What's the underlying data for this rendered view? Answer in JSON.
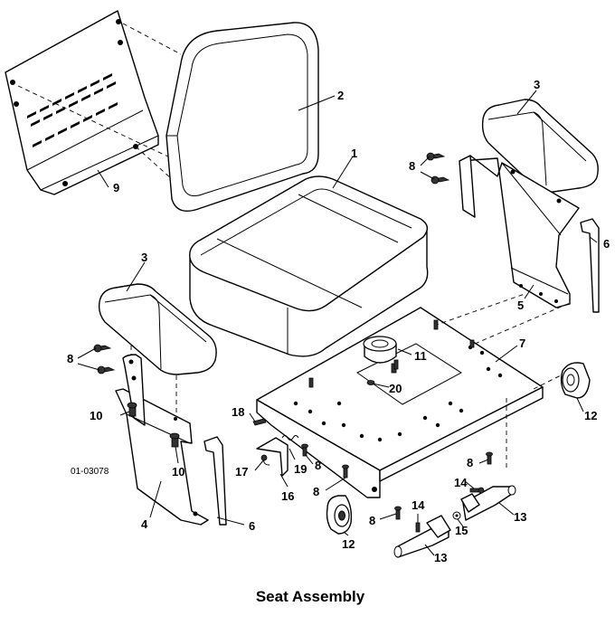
{
  "caption": "Seat Assembly",
  "drawing_code": "01-03078",
  "callouts": [
    {
      "id": "c1",
      "text": "1"
    },
    {
      "id": "c2",
      "text": "2"
    },
    {
      "id": "c3a",
      "text": "3"
    },
    {
      "id": "c3b",
      "text": "3"
    },
    {
      "id": "c4",
      "text": "4"
    },
    {
      "id": "c5",
      "text": "5"
    },
    {
      "id": "c6a",
      "text": "6"
    },
    {
      "id": "c6b",
      "text": "6"
    },
    {
      "id": "c7",
      "text": "7"
    },
    {
      "id": "c8a",
      "text": "8"
    },
    {
      "id": "c8b",
      "text": "8"
    },
    {
      "id": "c8c",
      "text": "8"
    },
    {
      "id": "c8d",
      "text": "8"
    },
    {
      "id": "c8e",
      "text": "8"
    },
    {
      "id": "c8f",
      "text": "8"
    },
    {
      "id": "c8g",
      "text": "8"
    },
    {
      "id": "c9",
      "text": "9"
    },
    {
      "id": "c10a",
      "text": "10"
    },
    {
      "id": "c10b",
      "text": "10"
    },
    {
      "id": "c11",
      "text": "11"
    },
    {
      "id": "c12a",
      "text": "12"
    },
    {
      "id": "c12b",
      "text": "12"
    },
    {
      "id": "c13a",
      "text": "13"
    },
    {
      "id": "c13b",
      "text": "13"
    },
    {
      "id": "c14a",
      "text": "14"
    },
    {
      "id": "c14b",
      "text": "14"
    },
    {
      "id": "c15",
      "text": "15"
    },
    {
      "id": "c16",
      "text": "16"
    },
    {
      "id": "c17",
      "text": "17"
    },
    {
      "id": "c18",
      "text": "18"
    },
    {
      "id": "c19",
      "text": "19"
    },
    {
      "id": "c20",
      "text": "20"
    }
  ]
}
